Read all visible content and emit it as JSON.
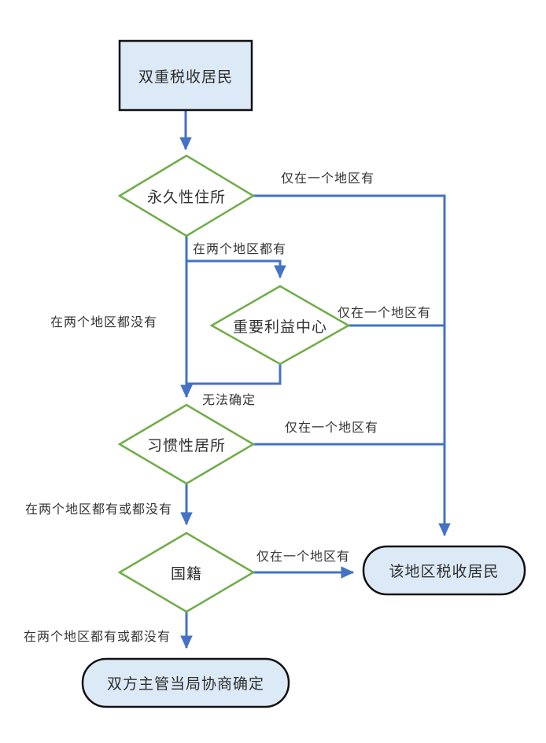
{
  "flowchart": {
    "colors": {
      "connector_blue": "#4472C4",
      "diamond_green": "#70AD47",
      "node_fill_light_blue": "#DCE9F6",
      "node_border_black": "#111111",
      "text_dark": "#2F2F2F"
    },
    "nodes": {
      "start": {
        "label": "双重税收居民"
      },
      "permanent_home": {
        "label": "永久性住所"
      },
      "vital_interests": {
        "label": "重要利益中心"
      },
      "habitual_abode": {
        "label": "习惯性居所"
      },
      "nationality": {
        "label": "国籍"
      },
      "region_resident": {
        "label": "该地区税收居民"
      },
      "mutual_agreement": {
        "label": "双方主管当局协商确定"
      }
    },
    "labels": {
      "only_one_region_1": "仅在一个地区有",
      "both_regions": "在两个地区都有",
      "neither_region": "在两个地区都没有",
      "only_one_region_2": "仅在一个地区有",
      "cannot_determine": "无法确定",
      "only_one_region_3": "仅在一个地区有",
      "both_or_neither_1": "在两个地区都有或都没有",
      "only_one_region_4": "仅在一个地区有",
      "both_or_neither_2": "在两个地区都有或都没有"
    }
  }
}
